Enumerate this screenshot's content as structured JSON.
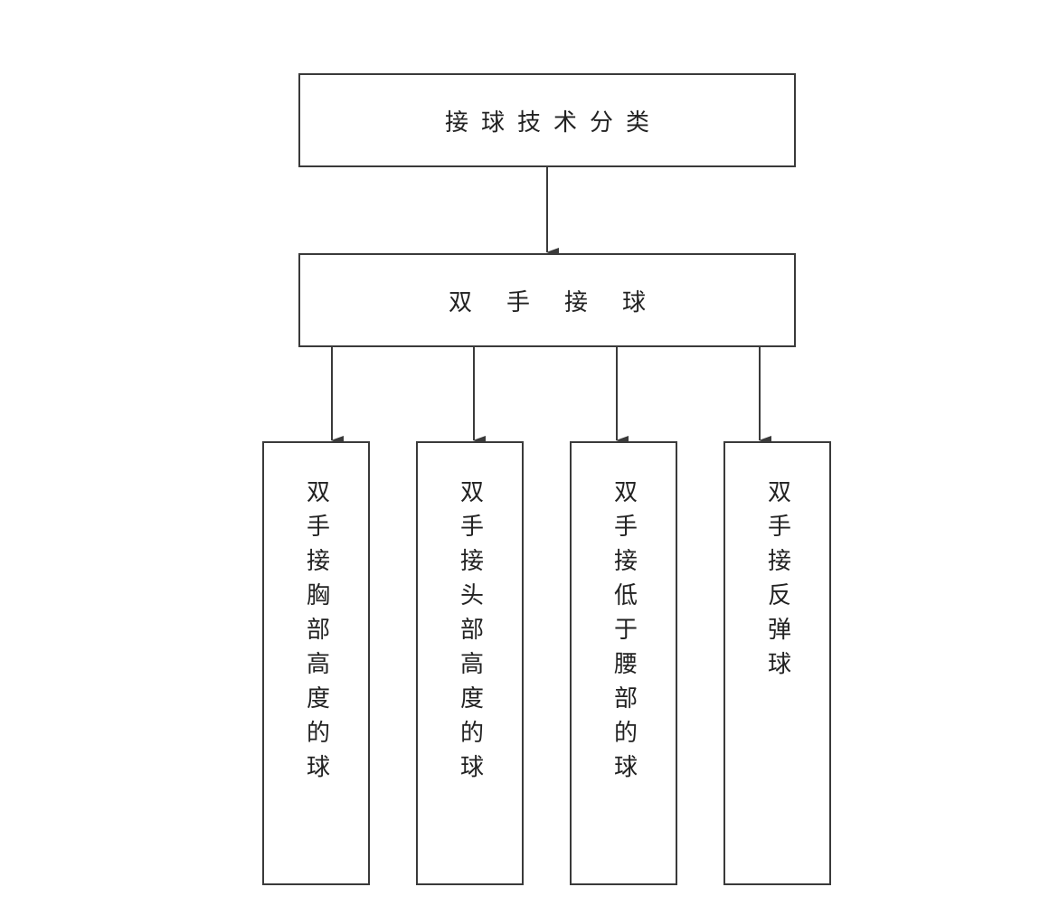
{
  "diagram": {
    "root": {
      "label": "接球技术分类"
    },
    "middle": {
      "label": "双手接球"
    },
    "leaves": [
      {
        "label": "双手接胸部高度的球"
      },
      {
        "label": "双手接头部高度的球"
      },
      {
        "label": "双手接低于腰部的球"
      },
      {
        "label": "双手接反弹球"
      }
    ]
  }
}
